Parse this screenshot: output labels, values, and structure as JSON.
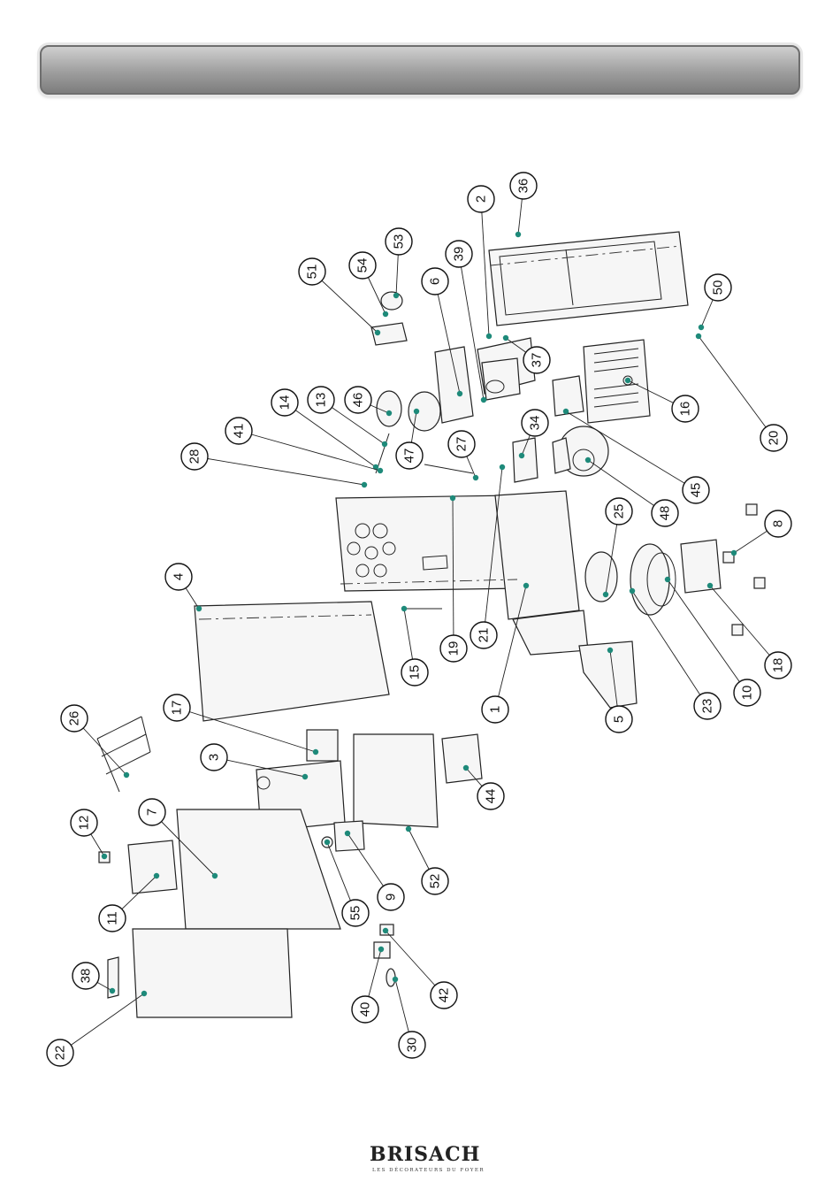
{
  "header": {
    "title": ""
  },
  "brand": {
    "name": "BRISACH",
    "tagline": "LES DÉCORATEURS DU FOYER"
  },
  "colors": {
    "callout_dot": "#1e8a7a",
    "header_bar": "#9e9e9e"
  },
  "callouts": [
    "1",
    "2",
    "3",
    "4",
    "5",
    "6",
    "7",
    "8",
    "9",
    "10",
    "11",
    "12",
    "13",
    "14",
    "15",
    "16",
    "17",
    "18",
    "19",
    "20",
    "21",
    "22",
    "23",
    "25",
    "26",
    "27",
    "28",
    "30",
    "34",
    "36",
    "37",
    "38",
    "39",
    "40",
    "41",
    "42",
    "44",
    "45",
    "46",
    "47",
    "48",
    "50",
    "51",
    "52",
    "53",
    "54",
    "55"
  ]
}
